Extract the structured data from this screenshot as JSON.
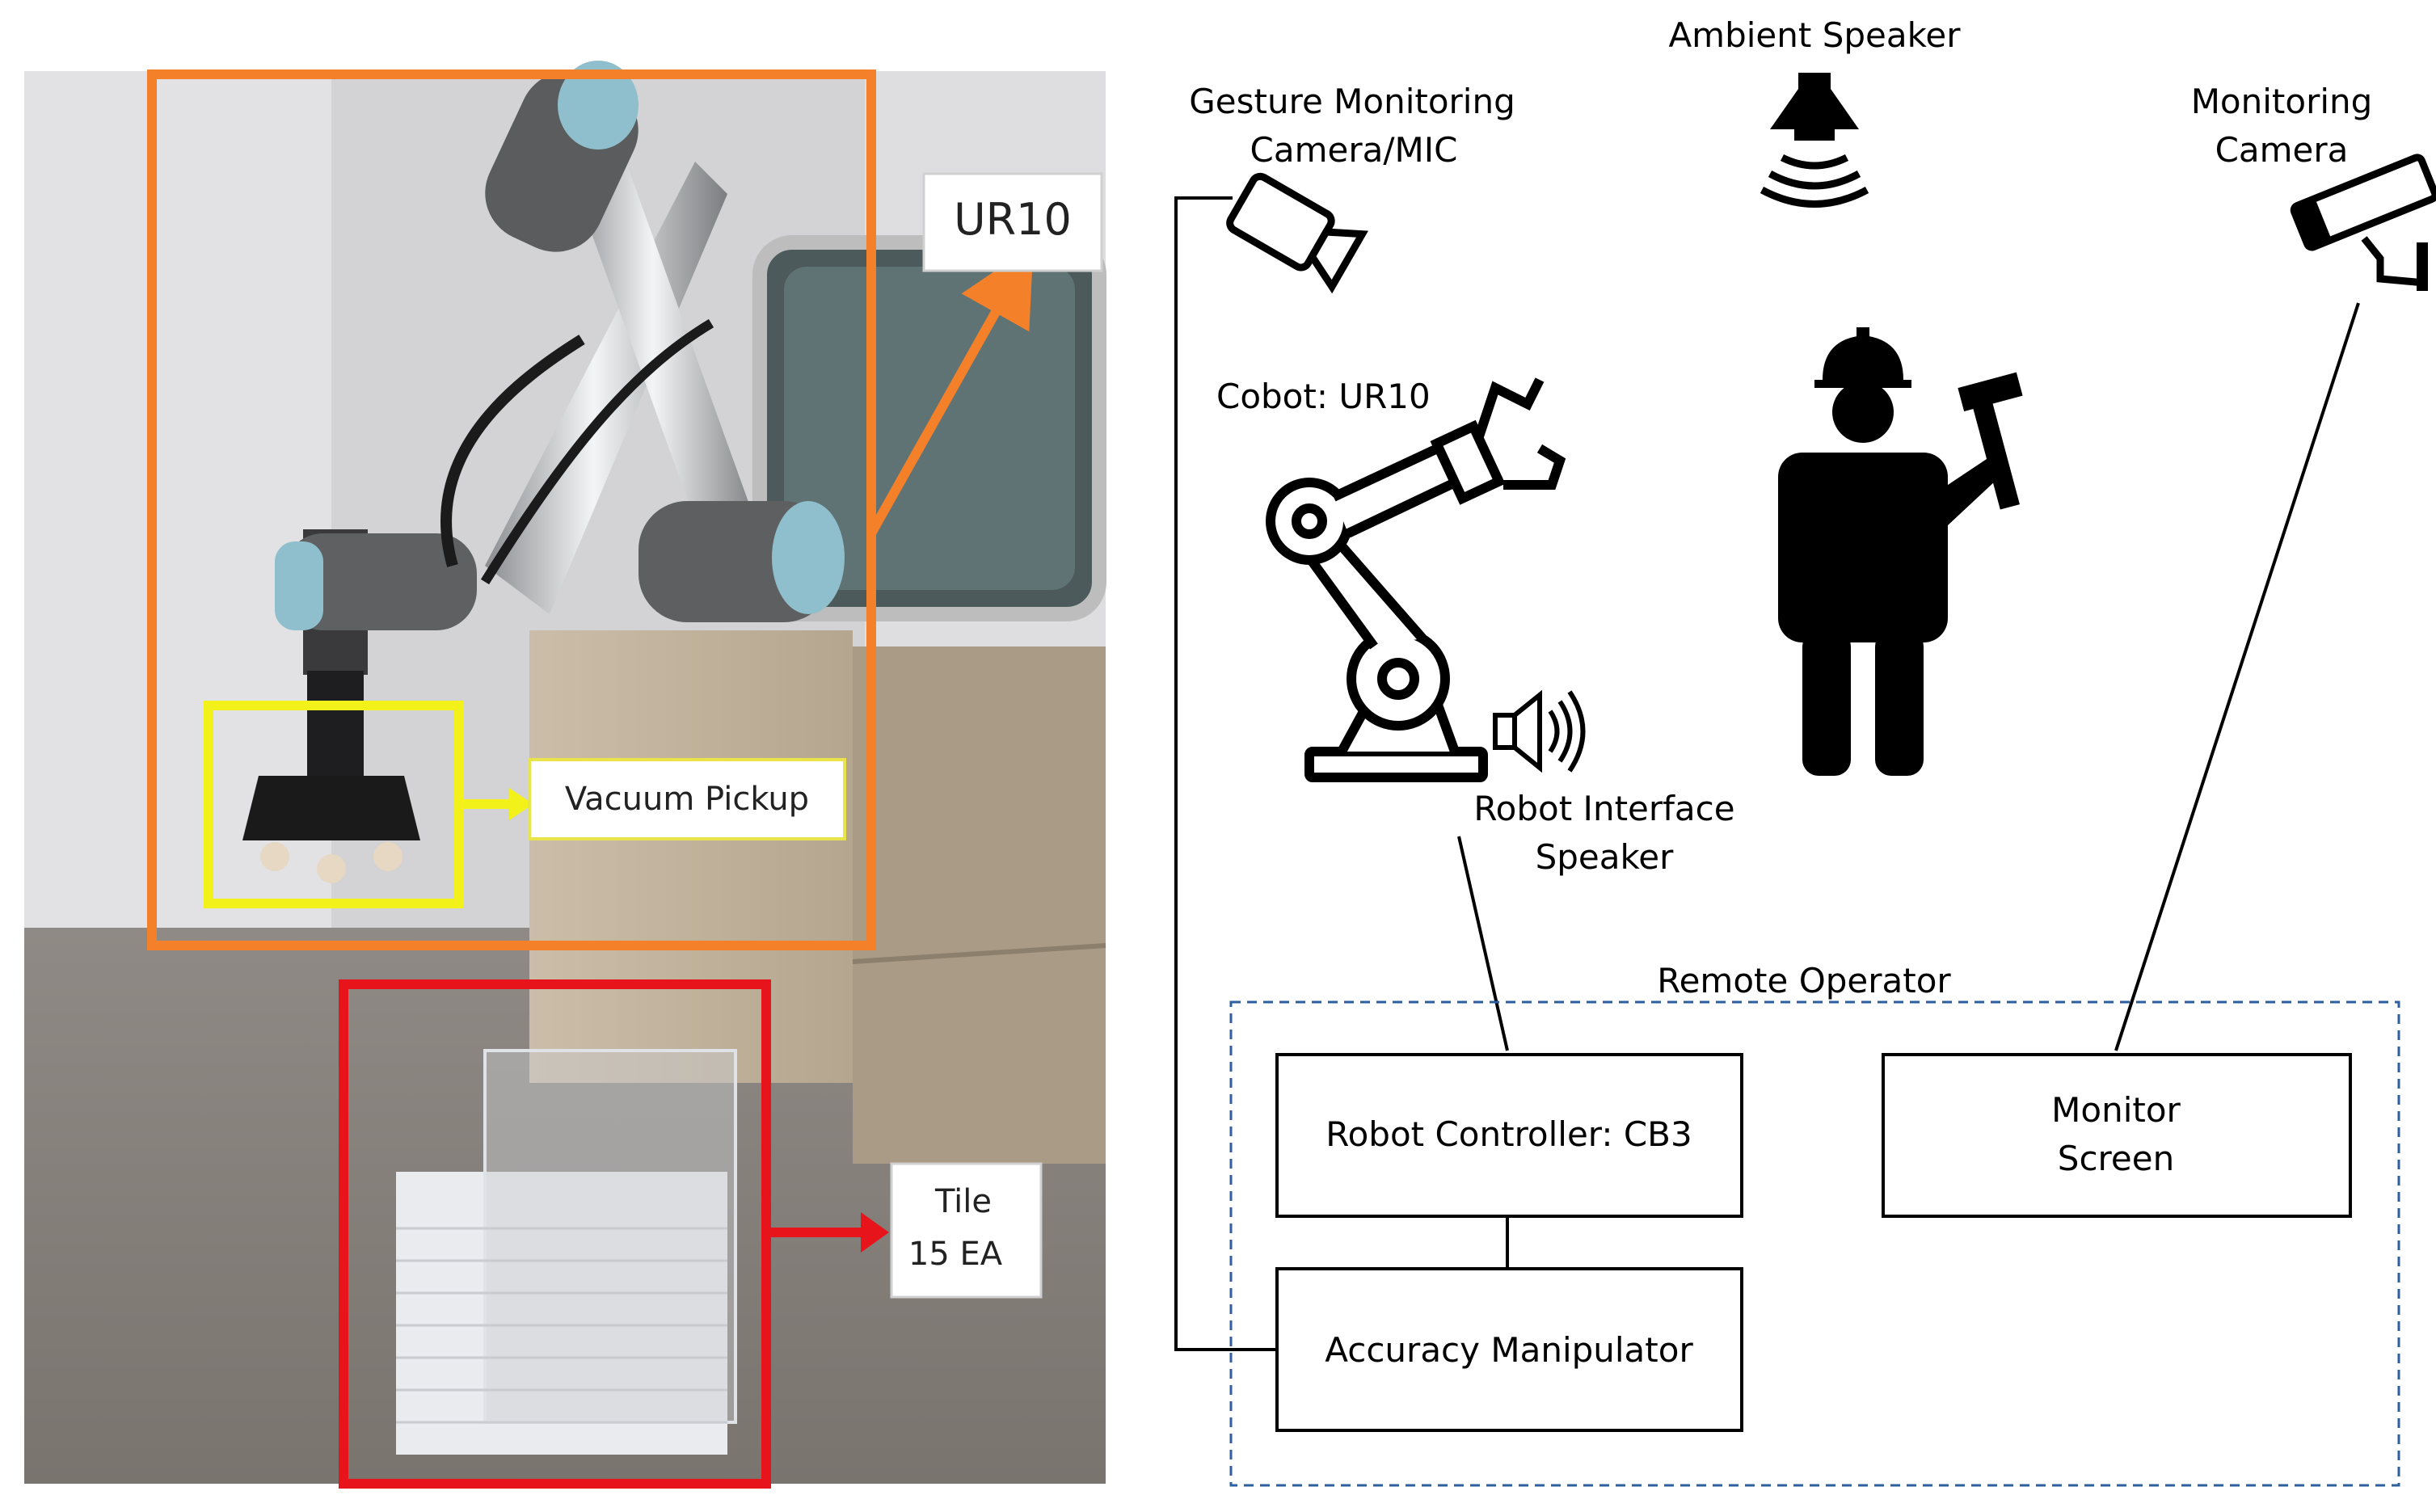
{
  "photo": {
    "callouts": {
      "ur10": "UR10",
      "vacuum": "Vacuum Pickup",
      "tile_line1": "Tile",
      "tile_line2": "15 EA"
    },
    "colors": {
      "ur10_box": "#f5802a",
      "vacuum_box": "#f2f21a",
      "tile_box": "#e8141c"
    }
  },
  "diagram": {
    "labels": {
      "ambient_speaker": "Ambient Speaker",
      "gesture_cam_line1": "Gesture Monitoring",
      "gesture_cam_line2": "Camera/MIC",
      "monitoring_cam_line1": "Monitoring",
      "monitoring_cam_line2": "Camera",
      "cobot": "Cobot: UR10",
      "robot_speaker_line1": "Robot Interface",
      "robot_speaker_line2": "Speaker",
      "remote_operator": "Remote Operator"
    },
    "boxes": {
      "robot_controller": "Robot Controller: CB3",
      "monitor_line1": "Monitor",
      "monitor_line2": "Screen",
      "accuracy_manipulator": "Accuracy Manipulator"
    },
    "icons": [
      "speaker-cone-icon",
      "video-camera-icon",
      "cctv-camera-icon",
      "robot-arm-icon",
      "sound-speaker-icon",
      "worker-hardhat-icon"
    ],
    "colors": {
      "dashed_region": "#2e5f9e",
      "line": "#000000"
    }
  }
}
